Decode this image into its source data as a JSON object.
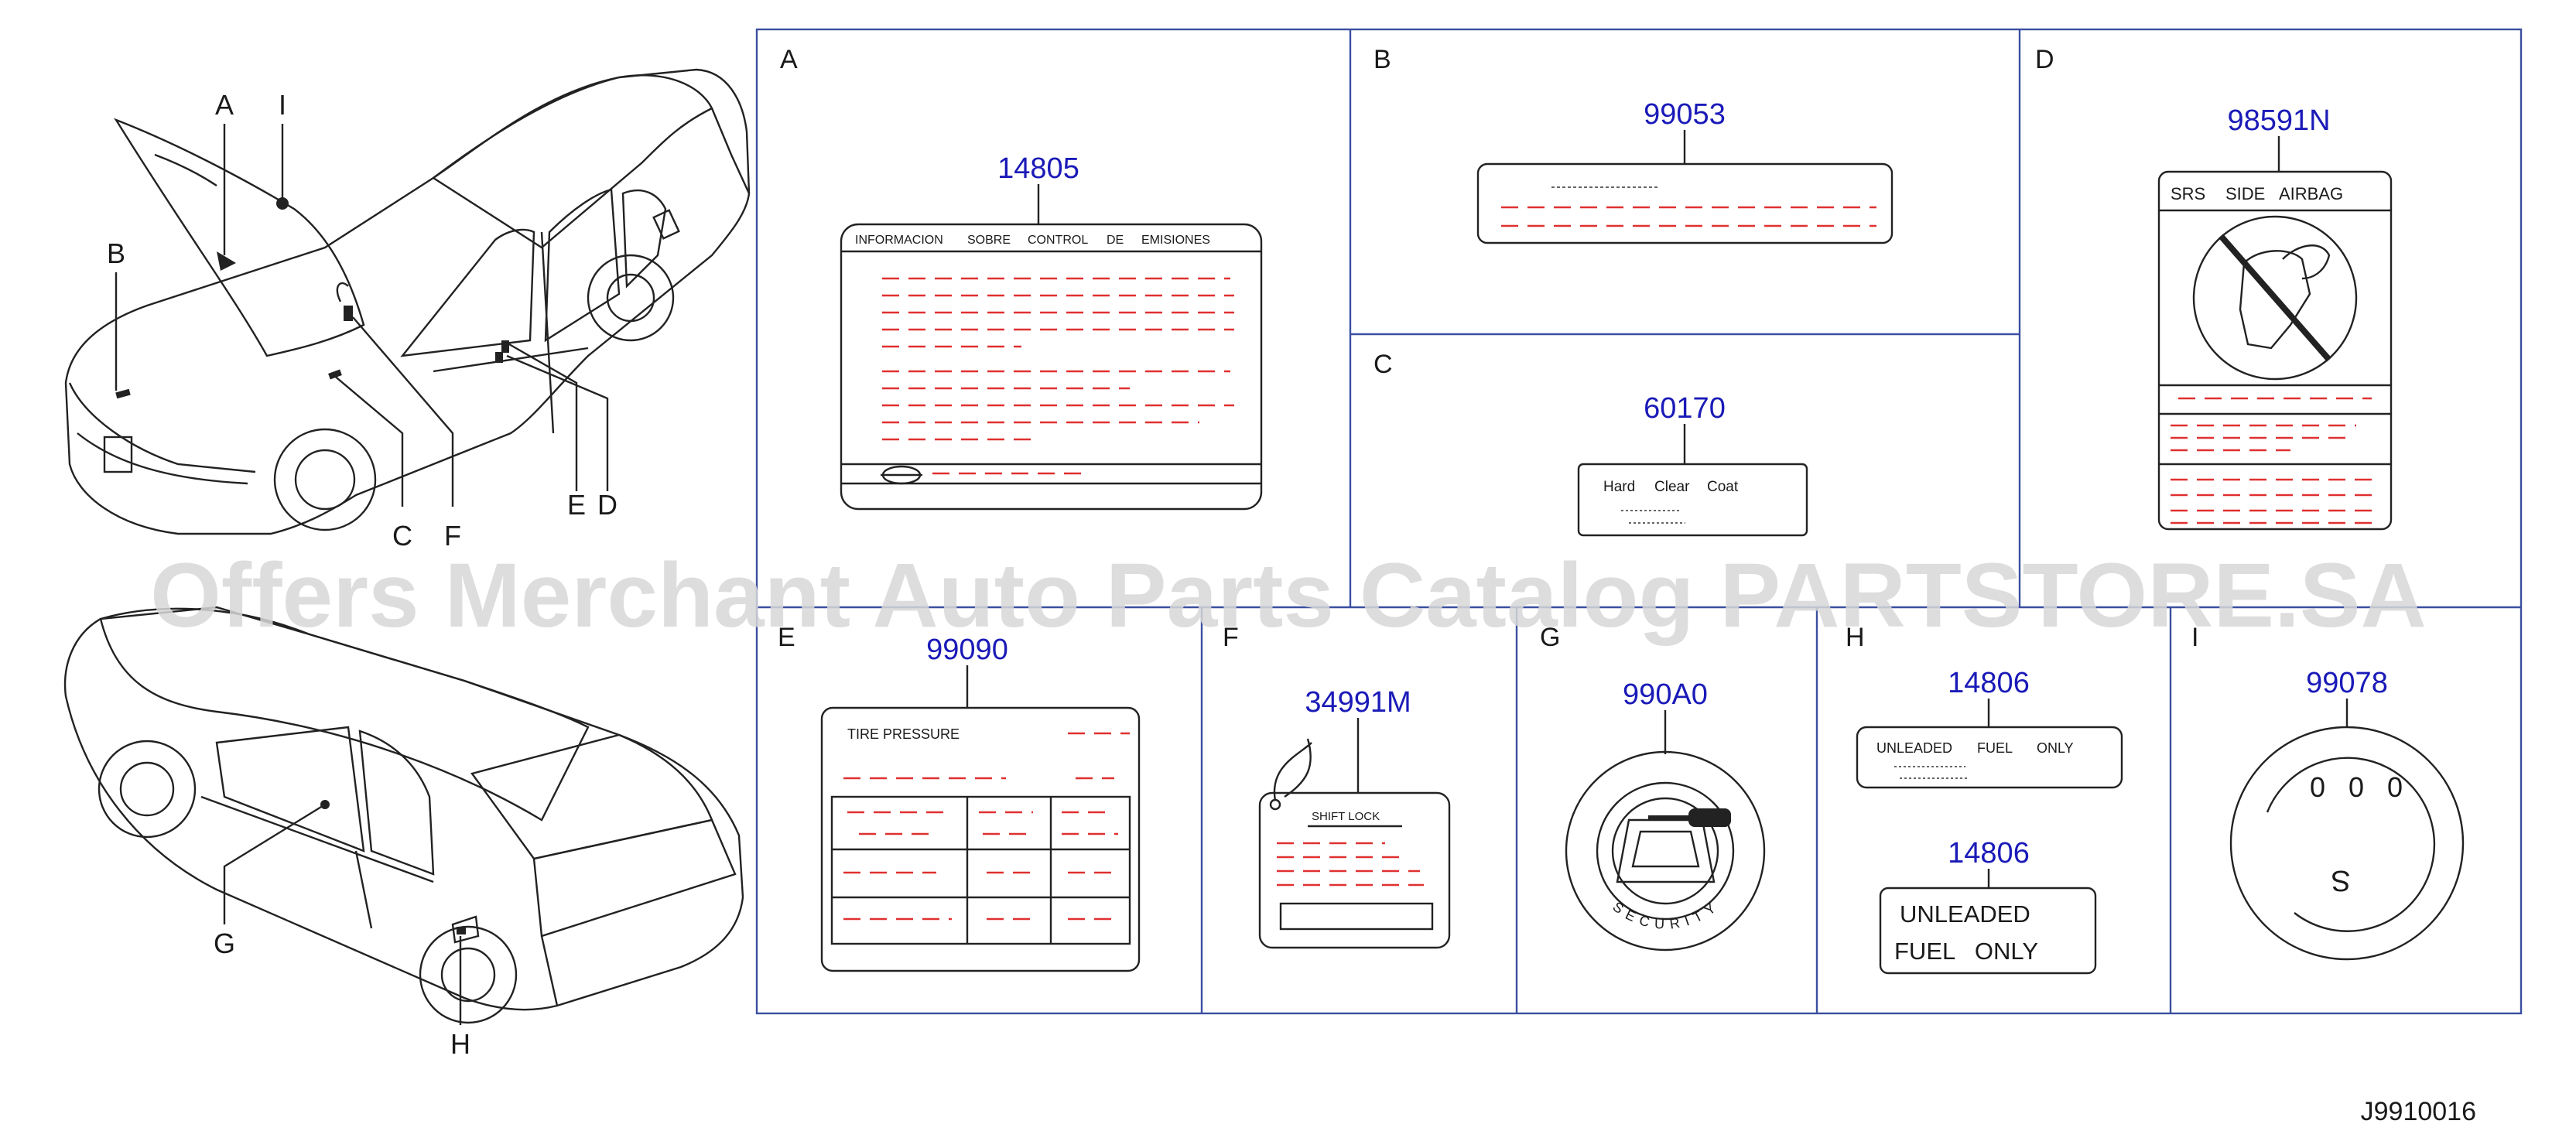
{
  "car_callouts": {
    "front": [
      "A",
      "I",
      "B",
      "C",
      "F",
      "E",
      "D"
    ],
    "rear": [
      "G",
      "H"
    ]
  },
  "panels": {
    "A": {
      "letter": "A",
      "part": "14805",
      "label_header": [
        "INFORMACION",
        "SOBRE",
        "CONTROL",
        "DE",
        "EMISIONES"
      ]
    },
    "B": {
      "letter": "B",
      "part": "99053"
    },
    "C": {
      "letter": "C",
      "part": "60170",
      "label_text": [
        "Hard",
        "Clear",
        "Coat"
      ]
    },
    "D": {
      "letter": "D",
      "part": "98591N",
      "label_header": [
        "SRS",
        "SIDE",
        "AIRBAG"
      ]
    },
    "E": {
      "letter": "E",
      "part": "99090",
      "label_header": "TIRE   PRESSURE"
    },
    "F": {
      "letter": "F",
      "part": "34991M",
      "label_header": "SHIFT   LOCK"
    },
    "G": {
      "letter": "G",
      "part": "990A0",
      "ring_text": "SECURITY"
    },
    "H": {
      "letter": "H",
      "part_small": "14806",
      "small_text": [
        "UNLEADED",
        "FUEL",
        "ONLY"
      ],
      "part_large": "14806",
      "large_line1": "UNLEADED",
      "large_line2": "FUEL   ONLY"
    },
    "I": {
      "letter": "I",
      "part": "99078",
      "dial_digits": "0   0   0",
      "dial_char": "S"
    }
  },
  "watermark": "Offers Merchant Auto Parts Catalog PARTSTORE.SA",
  "diagram_code": "J9910016",
  "colors": {
    "panel_border": "#3b4fa0",
    "part_number": "#1a1ab8",
    "dash": "#e03030"
  }
}
